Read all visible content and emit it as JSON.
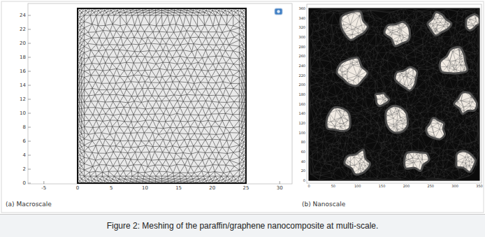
{
  "diagram": {
    "caption": "Figure 2: Meshing of the paraffin/graphene nanocomposite at multi-scale.",
    "labels": [
      "0",
      "2",
      "4",
      "6",
      "8",
      "10",
      "12",
      "14",
      "16",
      "18",
      "20",
      "22",
      "24",
      "-5",
      "0",
      "5",
      "10",
      "15",
      "20",
      "25",
      "30",
      "0",
      "20",
      "40",
      "60",
      "80",
      "100",
      "120",
      "140",
      "160",
      "180",
      "200",
      "220",
      "240",
      "260",
      "280",
      "300",
      "320",
      "340",
      "360",
      "0",
      "50",
      "100",
      "150",
      "200",
      "250",
      "300",
      "350",
      "(a) Macroscale",
      "(b) Nanoscale"
    ]
  }
}
